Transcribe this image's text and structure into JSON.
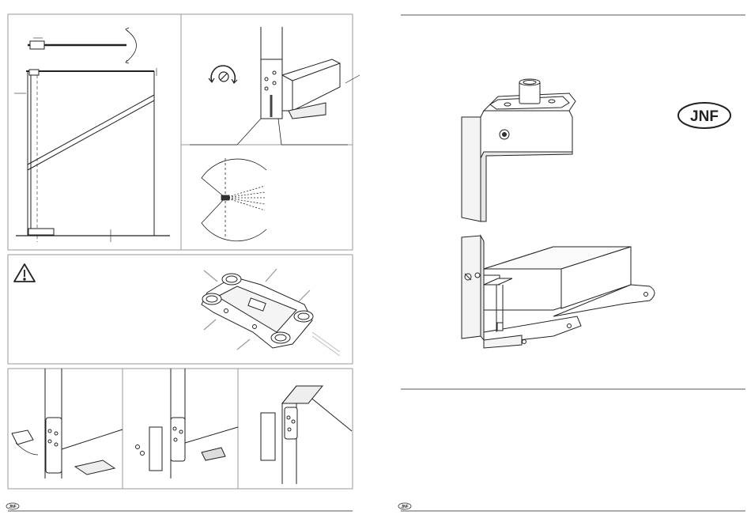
{
  "brand": {
    "logo_text": "JNF",
    "footer_logo_left": "JNF",
    "footer_logo_right": "JNF"
  },
  "icons": {
    "warning": "warning-triangle-icon",
    "rotate": "rotate-adjust-icon"
  },
  "colors": {
    "line": "#222222",
    "frame": "#9a9a9a",
    "fill": "#ffffff",
    "shade": "#d8d8d8"
  }
}
